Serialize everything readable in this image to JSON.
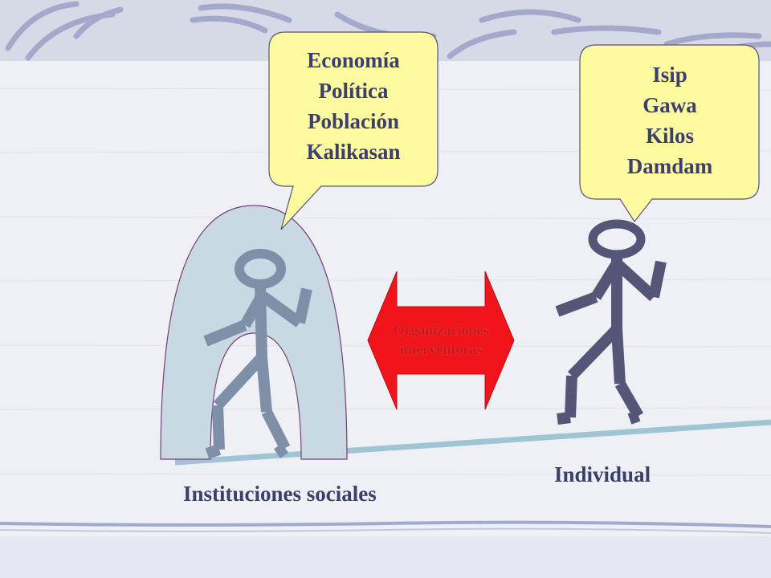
{
  "left_bubble": {
    "lines": [
      "Economía",
      "Política",
      "Población",
      "Kalikasan"
    ]
  },
  "right_bubble": {
    "lines": [
      "Isip",
      "Gawa",
      "Kilos",
      "Damdam"
    ]
  },
  "arrow": {
    "lines": [
      "Organizaciones",
      "interventoras"
    ]
  },
  "labels": {
    "left_figure": "Instituciones sociales",
    "right_figure": "Individual"
  },
  "colors": {
    "bubble_fill": "#fdfaa0",
    "arch_fill": "#c8d9e3",
    "stick_left": "#7f8fa8",
    "stick_right": "#545577",
    "arrow_fill": "#f2141b",
    "text": "#3d3f6b",
    "ground": "#9fc4d3"
  }
}
